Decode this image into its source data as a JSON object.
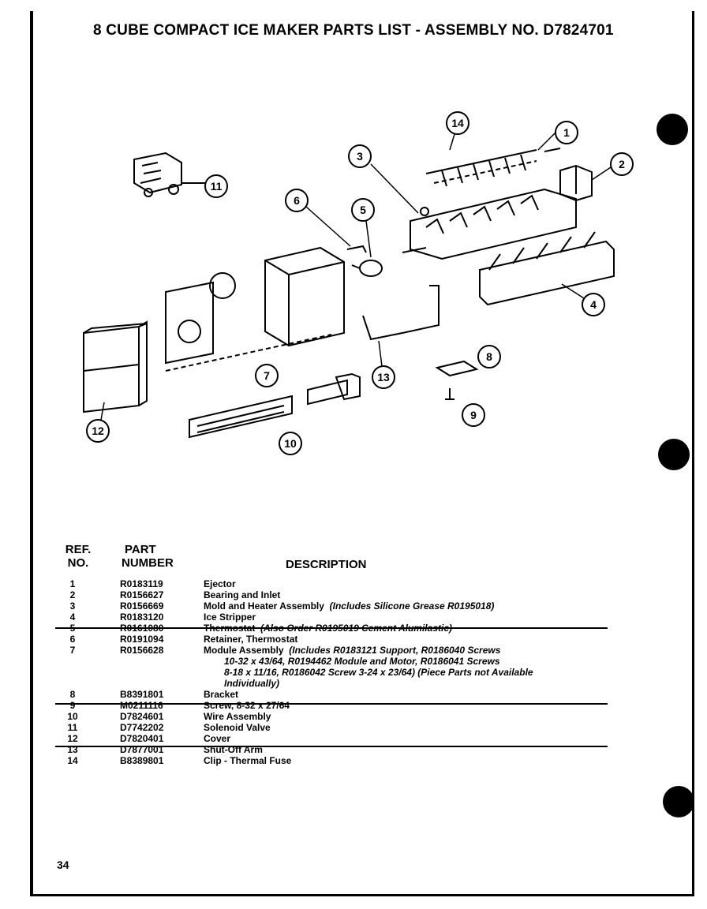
{
  "title": "8 CUBE COMPACT ICE MAKER PARTS LIST  -  ASSEMBLY NO. D7824701",
  "table": {
    "header_ref_line1": "REF.",
    "header_ref_line2": "NO.",
    "header_part_line1": "PART",
    "header_part_line2": "NUMBER",
    "header_description": "DESCRIPTION"
  },
  "parts": [
    {
      "ref": "1",
      "number": "R0183119",
      "description": "Ejector",
      "note": ""
    },
    {
      "ref": "2",
      "number": "R0156627",
      "description": "Bearing and Inlet",
      "note": ""
    },
    {
      "ref": "3",
      "number": "R0156669",
      "description": "Mold and Heater Assembly",
      "note": "(Includes Silicone Grease  R0195018)"
    },
    {
      "ref": "4",
      "number": "R0183120",
      "description": "Ice Stripper",
      "note": ""
    },
    {
      "ref": "5",
      "number": "R0161080",
      "description": "Thermostat",
      "note": "(Also Order R0195019 Cement Alumilastic)"
    },
    {
      "ref": "6",
      "number": "R0191094",
      "description": "Retainer, Thermostat",
      "note": ""
    },
    {
      "ref": "7",
      "number": "R0156628",
      "description": "Module Assembly",
      "note": "(Includes R0183121 Support, R0186040 Screws"
    },
    {
      "ref": "8",
      "number": "B8391801",
      "description": "Bracket",
      "note": ""
    },
    {
      "ref": "9",
      "number": "M0211116",
      "description": "Screw, 8-32 x 27/64",
      "note": ""
    },
    {
      "ref": "10",
      "number": "D7824601",
      "description": "Wire Assembly",
      "note": ""
    },
    {
      "ref": "11",
      "number": "D7742202",
      "description": "Solenoid Valve",
      "note": ""
    },
    {
      "ref": "12",
      "number": "D7820401",
      "description": "Cover",
      "note": ""
    },
    {
      "ref": "13",
      "number": "D7877001",
      "description": "Shut-Off Arm",
      "note": ""
    },
    {
      "ref": "14",
      "number": "B8389801",
      "description": "Clip  -  Thermal Fuse",
      "note": ""
    }
  ],
  "module_note_continuation": [
    "10-32 x 43/64, R0194462 Module and Motor, R0186041 Screws",
    "8-18 x 11/16, R0186042 Screw 3-24 x 23/64)  (Piece Parts not Available",
    "Individually)"
  ],
  "callouts": [
    "1",
    "2",
    "3",
    "4",
    "5",
    "6",
    "7",
    "8",
    "9",
    "10",
    "11",
    "12",
    "13",
    "14"
  ],
  "page_number": "34"
}
